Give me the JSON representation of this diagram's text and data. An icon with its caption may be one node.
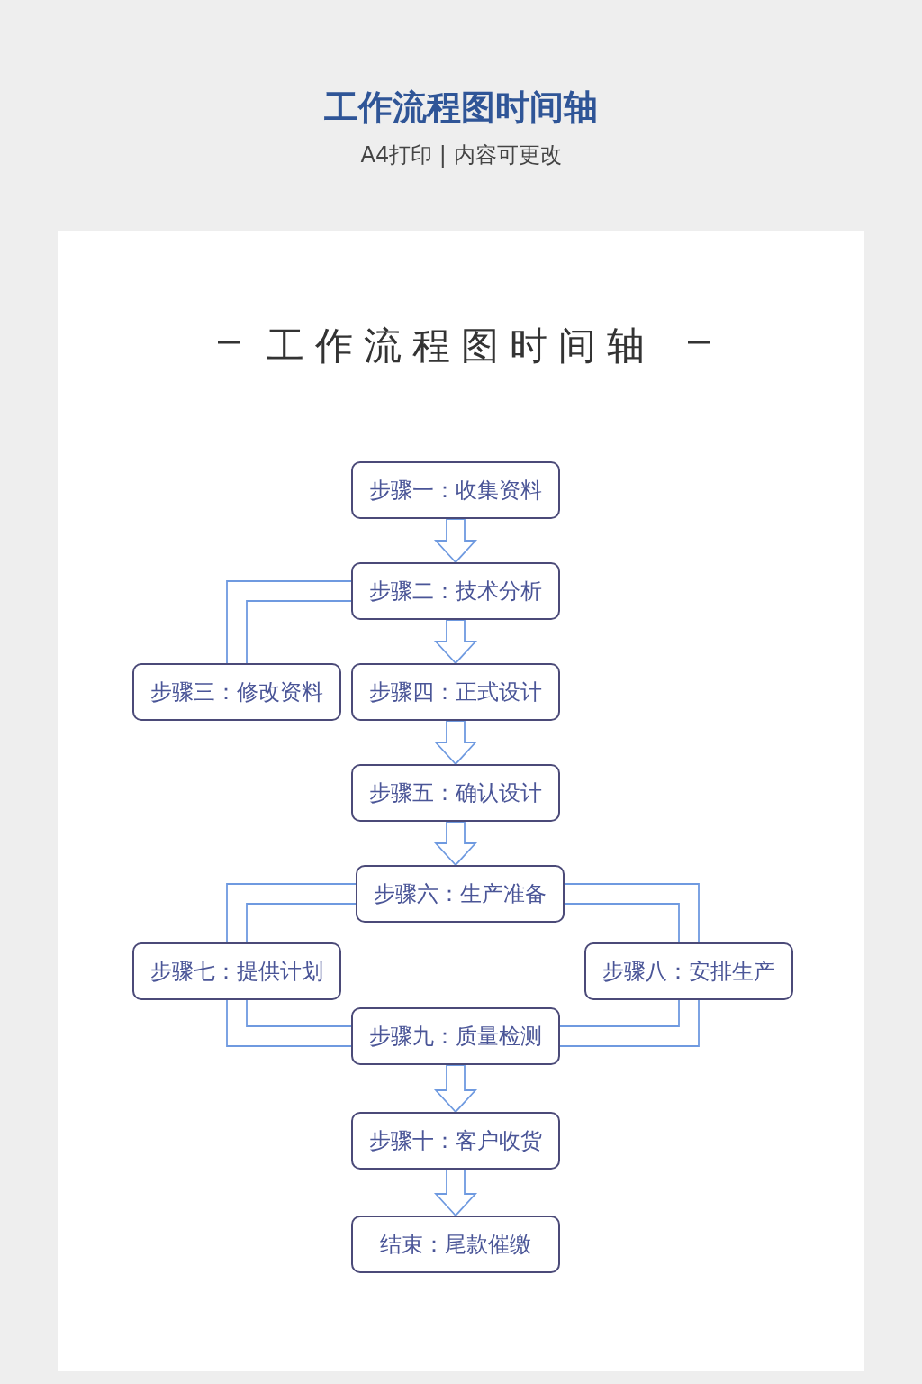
{
  "diagram": {
    "title": "工作流程图时间轴",
    "nodes": [
      {
        "text": [
          "步骤一：收集资料"
        ]
      },
      {
        "text": [
          "步骤二：技术分析"
        ]
      },
      {
        "text": [
          "步骤三：修改资料"
        ]
      },
      {
        "text": [
          "步骤四：正式设计"
        ]
      },
      {
        "text": [
          "步骤五：确认设计"
        ]
      },
      {
        "text": [
          "步骤六：生产准备"
        ]
      },
      {
        "text": [
          "步骤七：提供计划"
        ]
      },
      {
        "text": [
          "步骤八：安排生产"
        ]
      },
      {
        "text": [
          "步骤九：质量检测"
        ]
      },
      {
        "text": [
          "步骤十：客户收货"
        ]
      },
      {
        "text": [
          "结束：尾款催缴"
        ]
      }
    ],
    "edges": [
      {
        "from": 0,
        "to": 1,
        "arrow": "to"
      },
      {
        "from": 1,
        "to": 2,
        "arrow": "none"
      },
      {
        "from": 1,
        "to": 3,
        "arrow": "to"
      },
      {
        "from": 3,
        "to": 4,
        "arrow": "to"
      },
      {
        "from": 4,
        "to": 5,
        "arrow": "to"
      },
      {
        "from": 5,
        "to": 6,
        "arrow": "none"
      },
      {
        "from": 5,
        "to": 7,
        "arrow": "none"
      },
      {
        "from": 6,
        "to": 8,
        "arrow": "none"
      },
      {
        "from": 7,
        "to": 8,
        "arrow": "none"
      },
      {
        "from": 8,
        "to": 9,
        "arrow": "to"
      },
      {
        "from": 9,
        "to": 10,
        "arrow": "to"
      }
    ],
    "labels": [
      "A4打印 | 内容可更改",
      "工作流程图时间轴"
    ]
  }
}
